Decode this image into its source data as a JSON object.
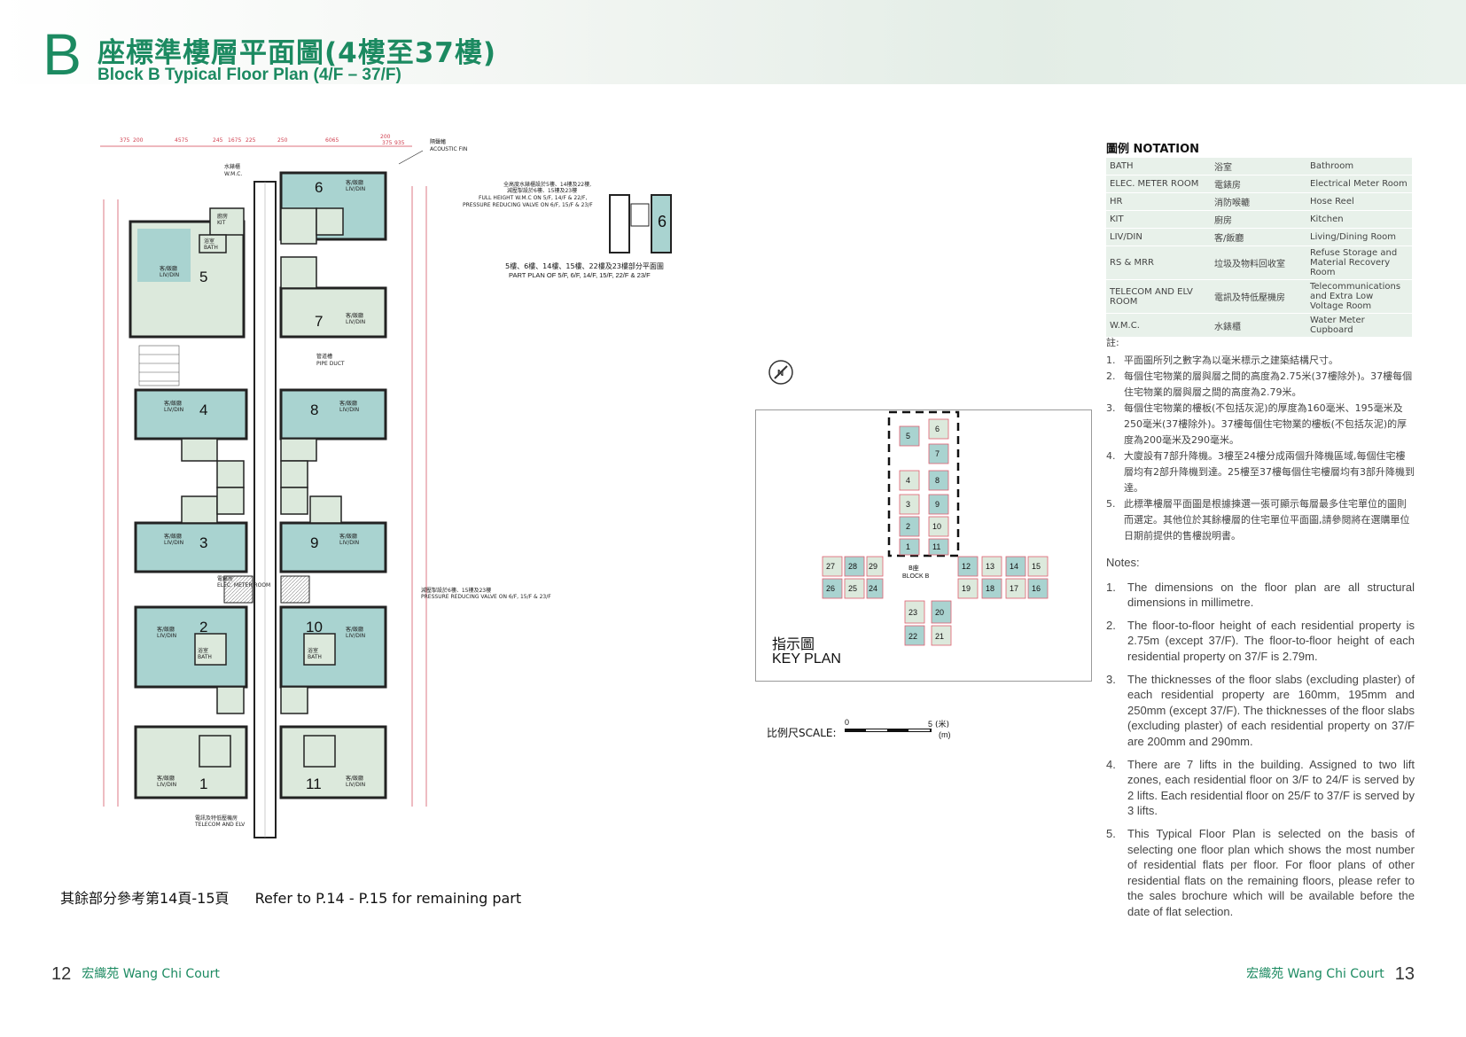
{
  "header": {
    "letter": "B",
    "title_zh": "座標準樓層平面圖(4樓至37樓)",
    "title_en": "Block B Typical Floor Plan (4/F – 37/F)"
  },
  "plan": {
    "acoustic_fin_zh": "隔聲鰭",
    "acoustic_fin_en": "ACOUSTIC FIN",
    "wmc_zh": "水錶櫃",
    "wmc_en": "W.M.C.",
    "pipe_duct_zh": "管道槽",
    "pipe_duct_en": "PIPE DUCT",
    "elec_meter_zh": "電錶房",
    "elec_meter_en": "ELEC. METER ROOM",
    "telecom_zh": "電訊及特低壓機房",
    "telecom_en": "TELECOM AND ELV",
    "prv_note_zh": "減壓掣設於6樓、15樓及23樓",
    "prv_note_en": "PRESSURE REDUCING VALVE ON 6/F, 15/F & 23/F",
    "room_liv_zh": "客/飯廳",
    "room_liv_en": "LIV/DIN",
    "room_kit_zh": "廚房",
    "room_kit_en": "KIT",
    "room_bath_zh": "浴室",
    "room_bath_en": "BATH",
    "flats": [
      "1",
      "2",
      "3",
      "4",
      "5",
      "6",
      "7",
      "8",
      "9",
      "10",
      "11"
    ],
    "dims_top": [
      "375",
      "200",
      "4575",
      "245",
      "1675",
      "225",
      "250",
      "6065",
      "200",
      "375",
      "935"
    ]
  },
  "part_plan": {
    "note_zh_1": "全高度水錶櫃設於5樓、14樓及22樓,",
    "note_zh_2": "減壓掣設於6樓、15樓及23樓",
    "note_en_1": "FULL HEIGHT W.M.C ON 5/F, 14/F & 22/F,",
    "note_en_2": "PRESSURE REDUCING VALVE ON 6/F, 15/F & 23/F",
    "flat": "6",
    "caption_zh": "5樓、6樓、14樓、15樓、22樓及23樓部分平面圖",
    "caption_en": "PART PLAN OF 5/F, 6/F, 14/F, 15/F, 22/F & 23/F"
  },
  "refer": {
    "zh": "其餘部分參考第14頁-15頁",
    "en": "Refer to P.14 - P.15 for remaining part"
  },
  "key_plan": {
    "title_zh": "指示圖",
    "title_en": "KEY PLAN",
    "block_zh": "B座",
    "block_en": "BLOCK B",
    "north": "N",
    "units_left_col": [
      "5",
      "4",
      "3",
      "2",
      "1"
    ],
    "units_right_col": [
      "6",
      "7",
      "8",
      "9",
      "10",
      "11"
    ],
    "units_west": [
      "27",
      "28",
      "29",
      "26",
      "25",
      "24"
    ],
    "units_east": [
      "12",
      "13",
      "14",
      "15",
      "19",
      "18",
      "17",
      "16"
    ],
    "units_south": [
      "23",
      "20",
      "22",
      "21"
    ]
  },
  "scale": {
    "label": "比例尺SCALE:",
    "start": "0",
    "end": "5",
    "unit_zh": "(米)",
    "unit_en": "(m)"
  },
  "notation": {
    "title": "圖例 NOTATION",
    "rows": [
      [
        "BATH",
        "浴室",
        "Bathroom"
      ],
      [
        "ELEC. METER ROOM",
        "電錶房",
        "Electrical Meter Room"
      ],
      [
        "HR",
        "消防喉轆",
        "Hose Reel"
      ],
      [
        "KIT",
        "廚房",
        "Kitchen"
      ],
      [
        "LIV/DIN",
        "客/飯廳",
        "Living/Dining Room"
      ],
      [
        "RS & MRR",
        "垃圾及物料回收室",
        "Refuse Storage and Material Recovery Room"
      ],
      [
        "TELECOM AND ELV ROOM",
        "電訊及特低壓機房",
        "Telecommunications and Extra Low Voltage Room"
      ],
      [
        "W.M.C.",
        "水錶櫃",
        "Water Meter Cupboard"
      ]
    ]
  },
  "notes_zh": {
    "heading": "註:",
    "items": [
      "平面圖所列之數字為以毫米標示之建築結構尺寸。",
      "每個住宅物業的層與層之間的高度為2.75米(37樓除外)。37樓每個住宅物業的層與層之間的高度為2.79米。",
      "每個住宅物業的樓板(不包括灰泥)的厚度為160毫米、195毫米及250毫米(37樓除外)。37樓每個住宅物業的樓板(不包括灰泥)的厚度為200毫米及290毫米。",
      "大廈設有7部升降機。3樓至24樓分成兩個升降機區域,每個住宅樓層均有2部升降機到達。25樓至37樓每個住宅樓層均有3部升降機到達。",
      "此標準樓層平面圖是根據揀選一張可顯示每層最多住宅單位的圖則而選定。其他位於其餘樓層的住宅單位平面圖,請參閱將在選購單位日期前提供的售樓說明書。"
    ]
  },
  "notes_en": {
    "heading": "Notes:",
    "items": [
      "The dimensions on the floor plan are all structural dimensions in millimetre.",
      "The floor-to-floor height of each residential property is 2.75m (except 37/F). The floor-to-floor height of each residential property on 37/F is 2.79m.",
      "The thicknesses of the floor slabs (excluding plaster) of each residential property are 160mm, 195mm and 250mm (except 37/F). The thicknesses of the floor slabs (excluding plaster) of each residential property on 37/F are 200mm and 290mm.",
      "There are 7 lifts in the building. Assigned to two lift zones, each residential floor on 3/F to 24/F is served by 2 lifts. Each residential floor on 25/F to 37/F is served by 3 lifts.",
      "This Typical Floor Plan is selected on the basis of selecting one floor plan which shows the most number of residential flats per floor. For floor plans of other residential flats on the remaining floors, please refer to the sales brochure which will be available before the date of flat selection."
    ]
  },
  "footer": {
    "left_page": "12",
    "left_text": "宏織苑 Wang Chi Court",
    "right_text": "宏織苑 Wang Chi Court",
    "right_page": "13"
  },
  "colors": {
    "brand_green": "#1c8a61",
    "unit_fill": "#a9d3d0",
    "dim_red": "#d04050",
    "table_bg": "#e8f1ea"
  }
}
